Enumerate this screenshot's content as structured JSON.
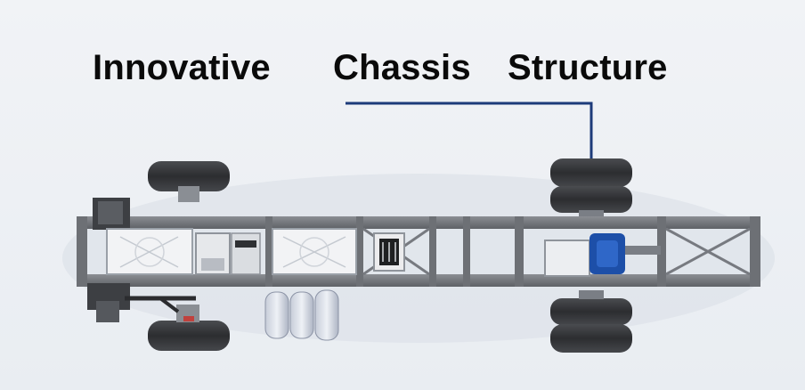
{
  "title": {
    "word1": "Innovative",
    "word2": "Chassis",
    "word3": "Structure"
  },
  "colors": {
    "background": "#eef1f5",
    "leader_line": "#1d3b7a",
    "text": "#0a0a0a"
  }
}
